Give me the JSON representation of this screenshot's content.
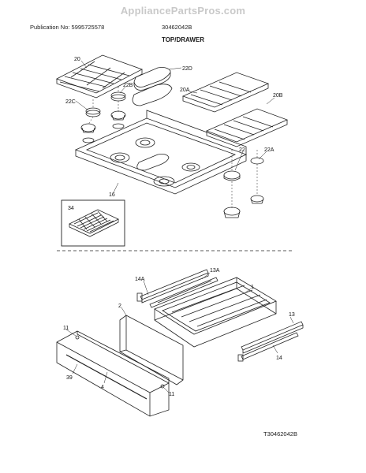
{
  "watermark": "AppliancePartsPros.com",
  "publication": "Publication No: 5995725578",
  "model_code": "30462042B",
  "section_title": "TOP/DRAWER",
  "footer_code": "T30462042B",
  "callouts": {
    "c20": "20",
    "c22D": "22D",
    "c22B": "22B",
    "c22C": "22C",
    "c20A": "20A",
    "c20B": "20B",
    "c22": "22",
    "c22A": "22A",
    "c16": "16",
    "c34": "34",
    "c14A": "14A",
    "c13A": "13A",
    "c1": "1",
    "c2": "2",
    "c11a": "11",
    "c13": "13",
    "c14": "14",
    "c39": "39",
    "c4": "4",
    "c11b": "11"
  }
}
